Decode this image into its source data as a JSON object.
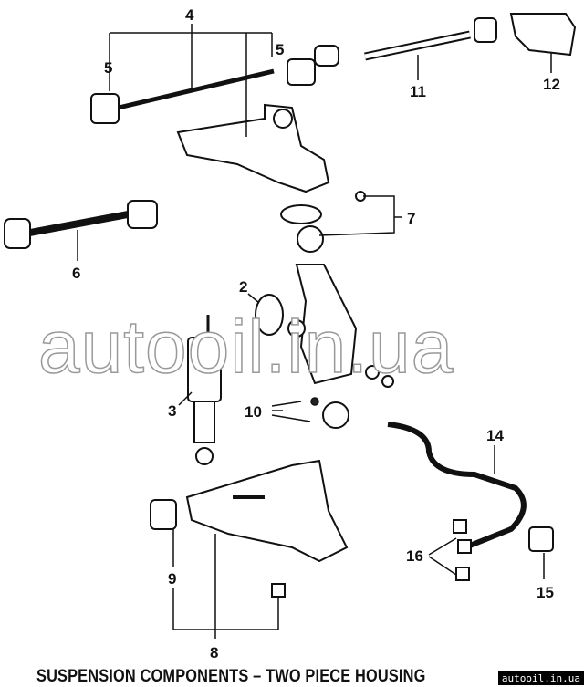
{
  "diagram": {
    "caption": "SUSPENSION COMPONENTS – TWO PIECE HOUSING",
    "watermark": "autooil.in.ua",
    "badge": "autooil.in.ua",
    "callouts": {
      "c4": "4",
      "c5a": "5",
      "c5b": "5",
      "c11": "11",
      "c12": "12",
      "c7": "7",
      "c6": "6",
      "c3": "3",
      "c2": "2",
      "c10": "10",
      "c14": "14",
      "c16": "16",
      "c15": "15",
      "c9": "9",
      "c8": "8"
    }
  }
}
